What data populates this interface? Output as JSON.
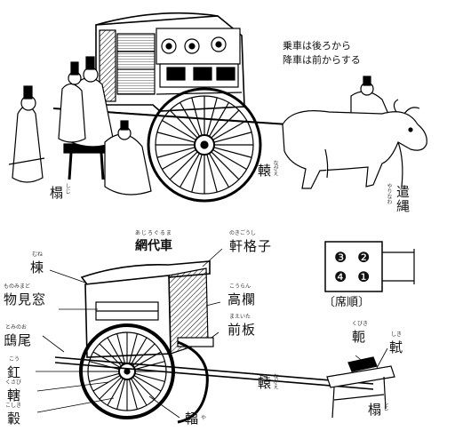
{
  "top": {
    "note_line1": "乗車は後ろから",
    "note_line2": "降車は前からする",
    "labels": {
      "shiji": {
        "kanji": "榻",
        "ruby": "しじ"
      },
      "nagae": {
        "kanji": "轅",
        "ruby": "ながえ"
      },
      "yarinawa": {
        "kanji": "遣縄",
        "ruby": "やりなわ"
      }
    }
  },
  "bottom": {
    "title": {
      "kanji": "網代車",
      "ruby": "あじろぐるま"
    },
    "labels": {
      "mune": {
        "kanji": "棟",
        "ruby": "むね"
      },
      "monomimado": {
        "kanji": "物見窓",
        "ruby": "ものみまど"
      },
      "tobinoo": {
        "kanji": "鴟尾",
        "ruby": "とみのお"
      },
      "kou": {
        "kanji": "釭",
        "ruby": "こう"
      },
      "kusabi": {
        "kanji": "轄",
        "ruby": "くさび"
      },
      "koshiki": {
        "kanji": "轂",
        "ruby": "こしき"
      },
      "nokigoushi": {
        "kanji": "軒格子",
        "ruby": "のきごうし"
      },
      "kouran": {
        "kanji": "高欄",
        "ruby": "こうらん"
      },
      "maeita": {
        "kanji": "前板",
        "ruby": "まえいた"
      },
      "ya": {
        "kanji": "輻",
        "ruby": "や"
      },
      "nagae": {
        "kanji": "轅",
        "ruby": "ながえ"
      },
      "kubiki": {
        "kanji": "軛",
        "ruby": "くびき"
      },
      "shiki": {
        "kanji": "軾",
        "ruby": "しき"
      },
      "shiji": {
        "kanji": "榻",
        "ruby": "しじ"
      }
    },
    "seating": {
      "caption": "〔席順〕",
      "seats": [
        "❸",
        "❷",
        "❹",
        "❶"
      ]
    }
  }
}
